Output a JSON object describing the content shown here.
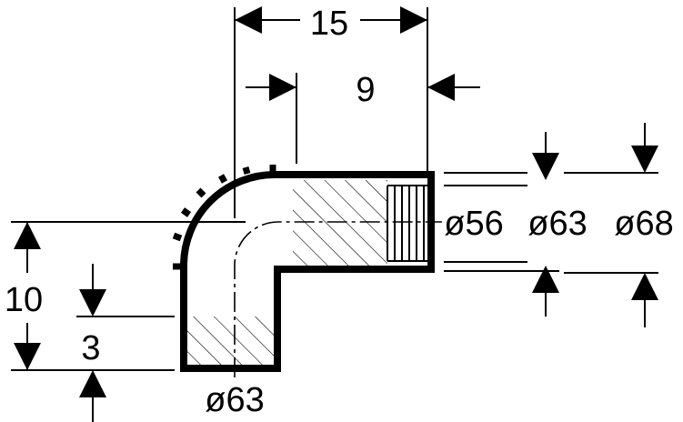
{
  "dimensions": {
    "top_length": "15",
    "inner_length": "9",
    "height": "10",
    "socket_offset": "3",
    "bottom_diameter": "ø63",
    "diameter_inner": "ø56",
    "diameter_mid": "ø63",
    "diameter_outer": "ø68"
  }
}
